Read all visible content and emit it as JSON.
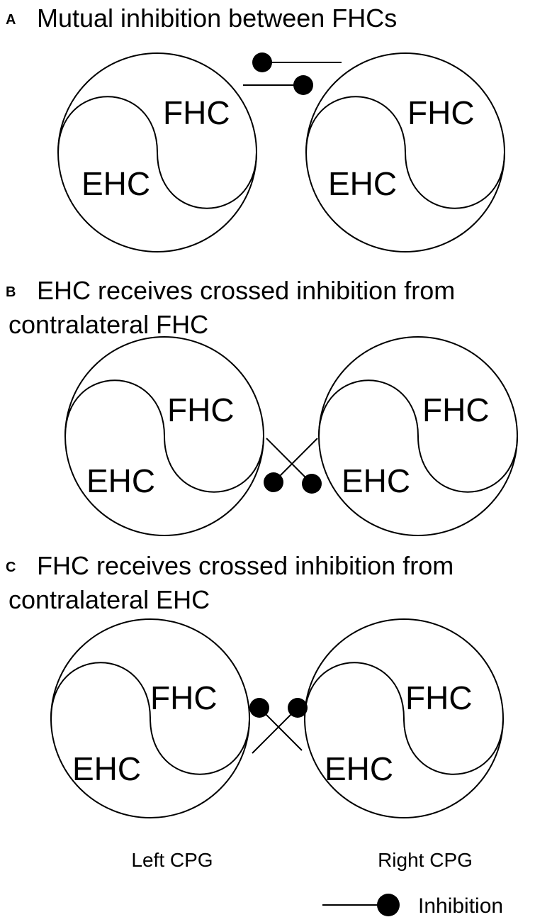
{
  "panels": [
    {
      "letter": "A",
      "title_line1": "Mutual inhibition between FHCs",
      "title_line2": "",
      "left": {
        "top_half": "FHC",
        "bottom_half": "EHC"
      },
      "right": {
        "top_half": "FHC",
        "bottom_half": "EHC"
      },
      "connection": "FHC to contralateral FHC (mutual)"
    },
    {
      "letter": "B",
      "title_line1": "EHC receives crossed inhibition from",
      "title_line2": "contralateral FHC",
      "left": {
        "top_half": "FHC",
        "bottom_half": "EHC"
      },
      "right": {
        "top_half": "FHC",
        "bottom_half": "EHC"
      },
      "connection": "FHC to contralateral EHC (crossed)"
    },
    {
      "letter": "C",
      "title_line1": "FHC receives crossed inhibition from",
      "title_line2": "contralateral EHC",
      "left": {
        "top_half": "FHC",
        "bottom_half": "EHC"
      },
      "right": {
        "top_half": "FHC",
        "bottom_half": "EHC"
      },
      "connection": "EHC to contralateral FHC (crossed)"
    }
  ],
  "cpg_labels": {
    "left": "Left CPG",
    "right": "Right CPG"
  },
  "legend": {
    "label": "Inhibition",
    "symbol": "line-with-filled-circle"
  },
  "colors": {
    "ink": "#000000",
    "background": "#ffffff"
  }
}
